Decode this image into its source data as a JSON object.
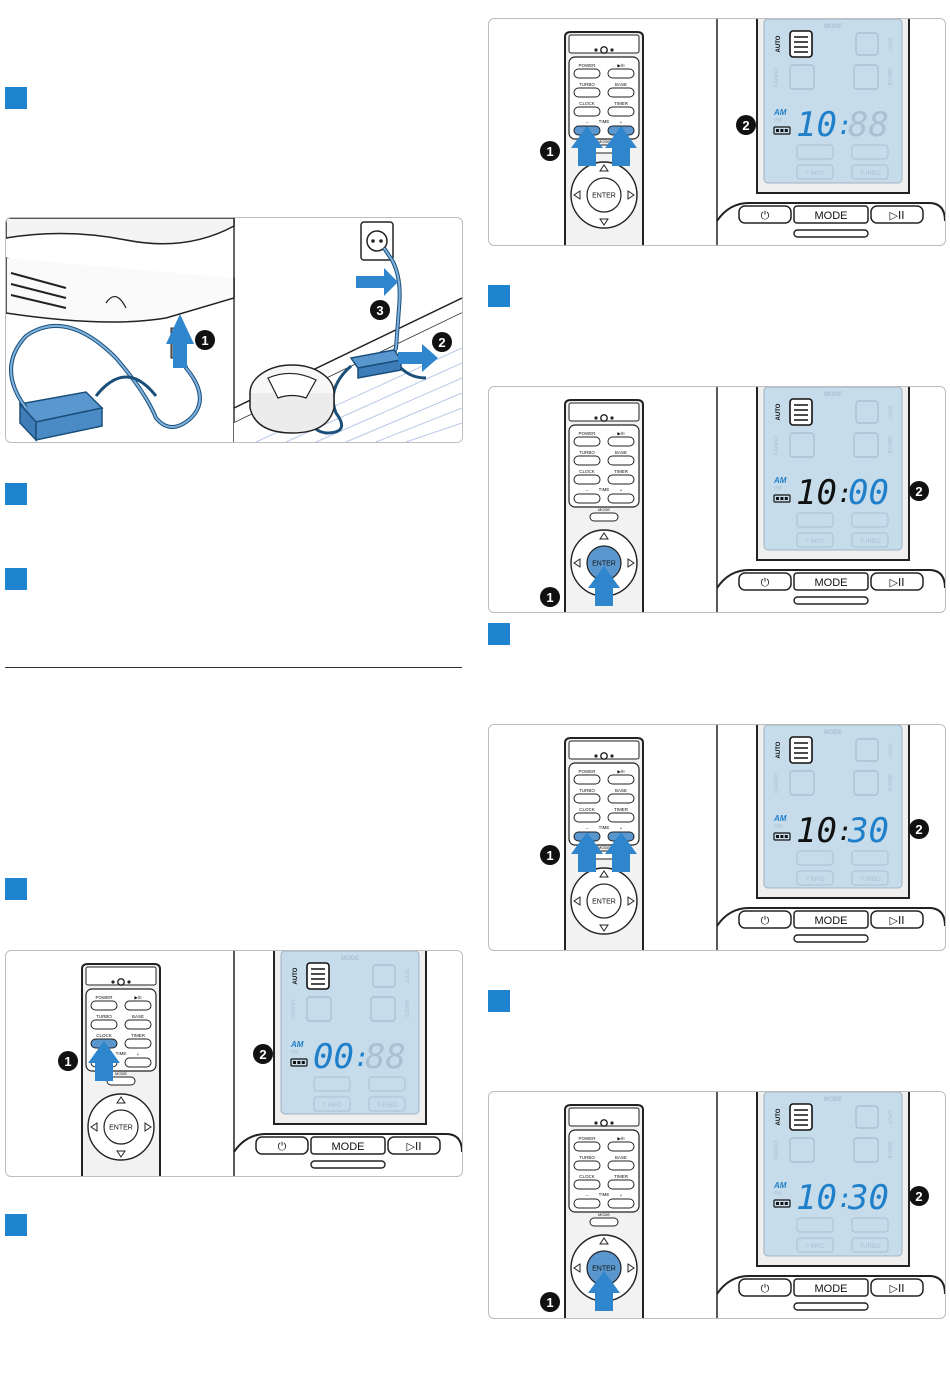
{
  "remote": {
    "power": "POWER",
    "play_pause": "▶/II",
    "turbo": "TURBO",
    "base": "BASE",
    "clock": "CLOCK",
    "timer": "TIMER",
    "minus": "–",
    "time": "TIME",
    "plus": "+",
    "mode": "MODE",
    "enter": "ENTER"
  },
  "display": {
    "auto": "AUTO",
    "mode": "MODE",
    "carpet": "CARPET",
    "spot": "SPOT",
    "waste": "WASTE",
    "am": "AM",
    "pm": "PM",
    "info": "? INFO",
    "turbo": "TURBO"
  },
  "base_buttons": {
    "power_symbol": "⏻",
    "mode": "MODE",
    "play": "▷II"
  },
  "callouts": {
    "one": "1",
    "two": "2",
    "three": "3"
  },
  "time_readouts": {
    "step1": {
      "hours": "00",
      "minutes": "88"
    },
    "step2": {
      "hours": "10",
      "minutes": "88"
    },
    "step3": {
      "hours": "10",
      "minutes": "00"
    },
    "step4": {
      "hours": "10",
      "minutes": "30"
    },
    "step5": {
      "hours": "10",
      "minutes": "30"
    }
  },
  "colors": {
    "accent": "#1e84cf",
    "lcd": "#c7dceb",
    "lcd_digit_blue": "#1f7fc9",
    "lcd_ghost": "#a9c1d3",
    "highlight_button": "#5b97cf",
    "arrow": "#2f86cc"
  }
}
